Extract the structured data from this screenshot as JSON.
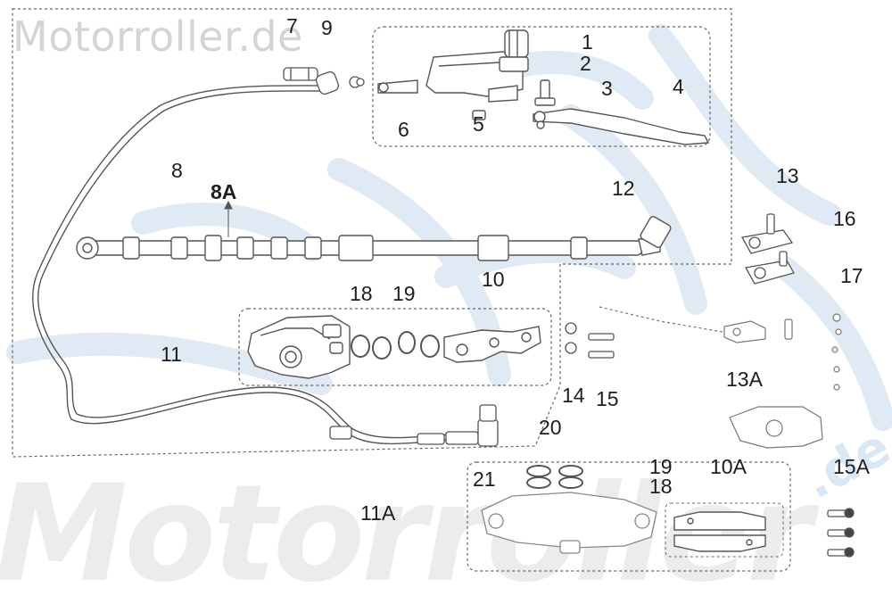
{
  "watermark": {
    "top_text": "Motorroller.de",
    "bottom_text": "Motorroller",
    "bottom_suffix": ".de"
  },
  "callouts": [
    {
      "id": "c-7",
      "text": "7"
    },
    {
      "id": "c-9",
      "text": "9"
    },
    {
      "id": "c-1",
      "text": "1"
    },
    {
      "id": "c-2",
      "text": "2"
    },
    {
      "id": "c-3",
      "text": "3"
    },
    {
      "id": "c-4",
      "text": "4"
    },
    {
      "id": "c-6",
      "text": "6"
    },
    {
      "id": "c-5",
      "text": "5"
    },
    {
      "id": "c-8",
      "text": "8"
    },
    {
      "id": "c-8a",
      "text": "8A"
    },
    {
      "id": "c-12",
      "text": "12"
    },
    {
      "id": "c-13",
      "text": "13"
    },
    {
      "id": "c-16",
      "text": "16"
    },
    {
      "id": "c-17",
      "text": "17"
    },
    {
      "id": "c-10",
      "text": "10"
    },
    {
      "id": "c-18",
      "text": "18"
    },
    {
      "id": "c-19",
      "text": "19"
    },
    {
      "id": "c-11",
      "text": "11"
    },
    {
      "id": "c-13a",
      "text": "13A"
    },
    {
      "id": "c-14",
      "text": "14"
    },
    {
      "id": "c-15",
      "text": "15"
    },
    {
      "id": "c-20",
      "text": "20"
    },
    {
      "id": "c-21",
      "text": "21"
    },
    {
      "id": "c-19b",
      "text": "19"
    },
    {
      "id": "c-18b",
      "text": "18"
    },
    {
      "id": "c-10a",
      "text": "10A"
    },
    {
      "id": "c-15a",
      "text": "15A"
    },
    {
      "id": "c-11a",
      "text": "11A"
    }
  ],
  "colors": {
    "line": "#555555",
    "dash": "#666666",
    "text": "#1e1e1e",
    "watermark_grey": "#d4d4d4",
    "watermark_blue": "#dfeaf4"
  }
}
